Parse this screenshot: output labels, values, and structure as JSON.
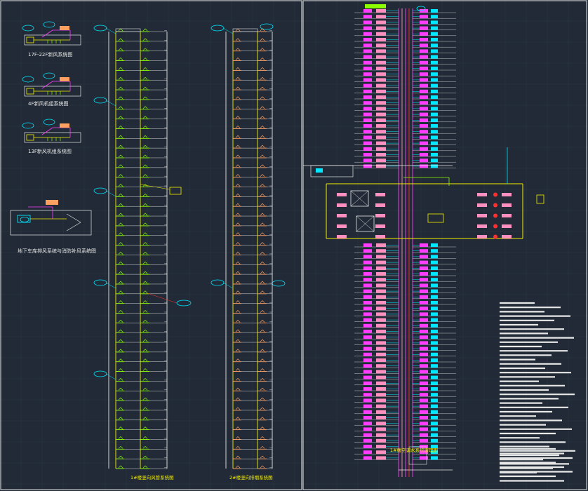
{
  "drawing": {
    "background": "#212a36",
    "grid_color": "#2c3644",
    "frame_color": "#e8e8e8",
    "system_diagrams": [
      {
        "title": "17F-22F新风系统图"
      },
      {
        "title": "4F新风机组系统图"
      },
      {
        "title": "13F新风机组系统图"
      },
      {
        "title": "地下车库排风系统与消防补风系统图"
      }
    ],
    "riser_titles": {
      "left": "1#楼竖向风管系统图",
      "middle": "2#楼竖向排烟系统图",
      "right": "1#楼空调水系统原理图"
    },
    "riser_floor_count": 45,
    "notes_block": {
      "lines": 40
    }
  },
  "colors": {
    "white": "#e8e8e8",
    "yellow": "#f5f000",
    "green": "#8cff00",
    "cyan": "#00e8ff",
    "magenta": "#ff3cff",
    "pink": "#ff8fbf",
    "red": "#ff3030",
    "orange": "#ffa060",
    "gray": "#9aa3ad"
  }
}
